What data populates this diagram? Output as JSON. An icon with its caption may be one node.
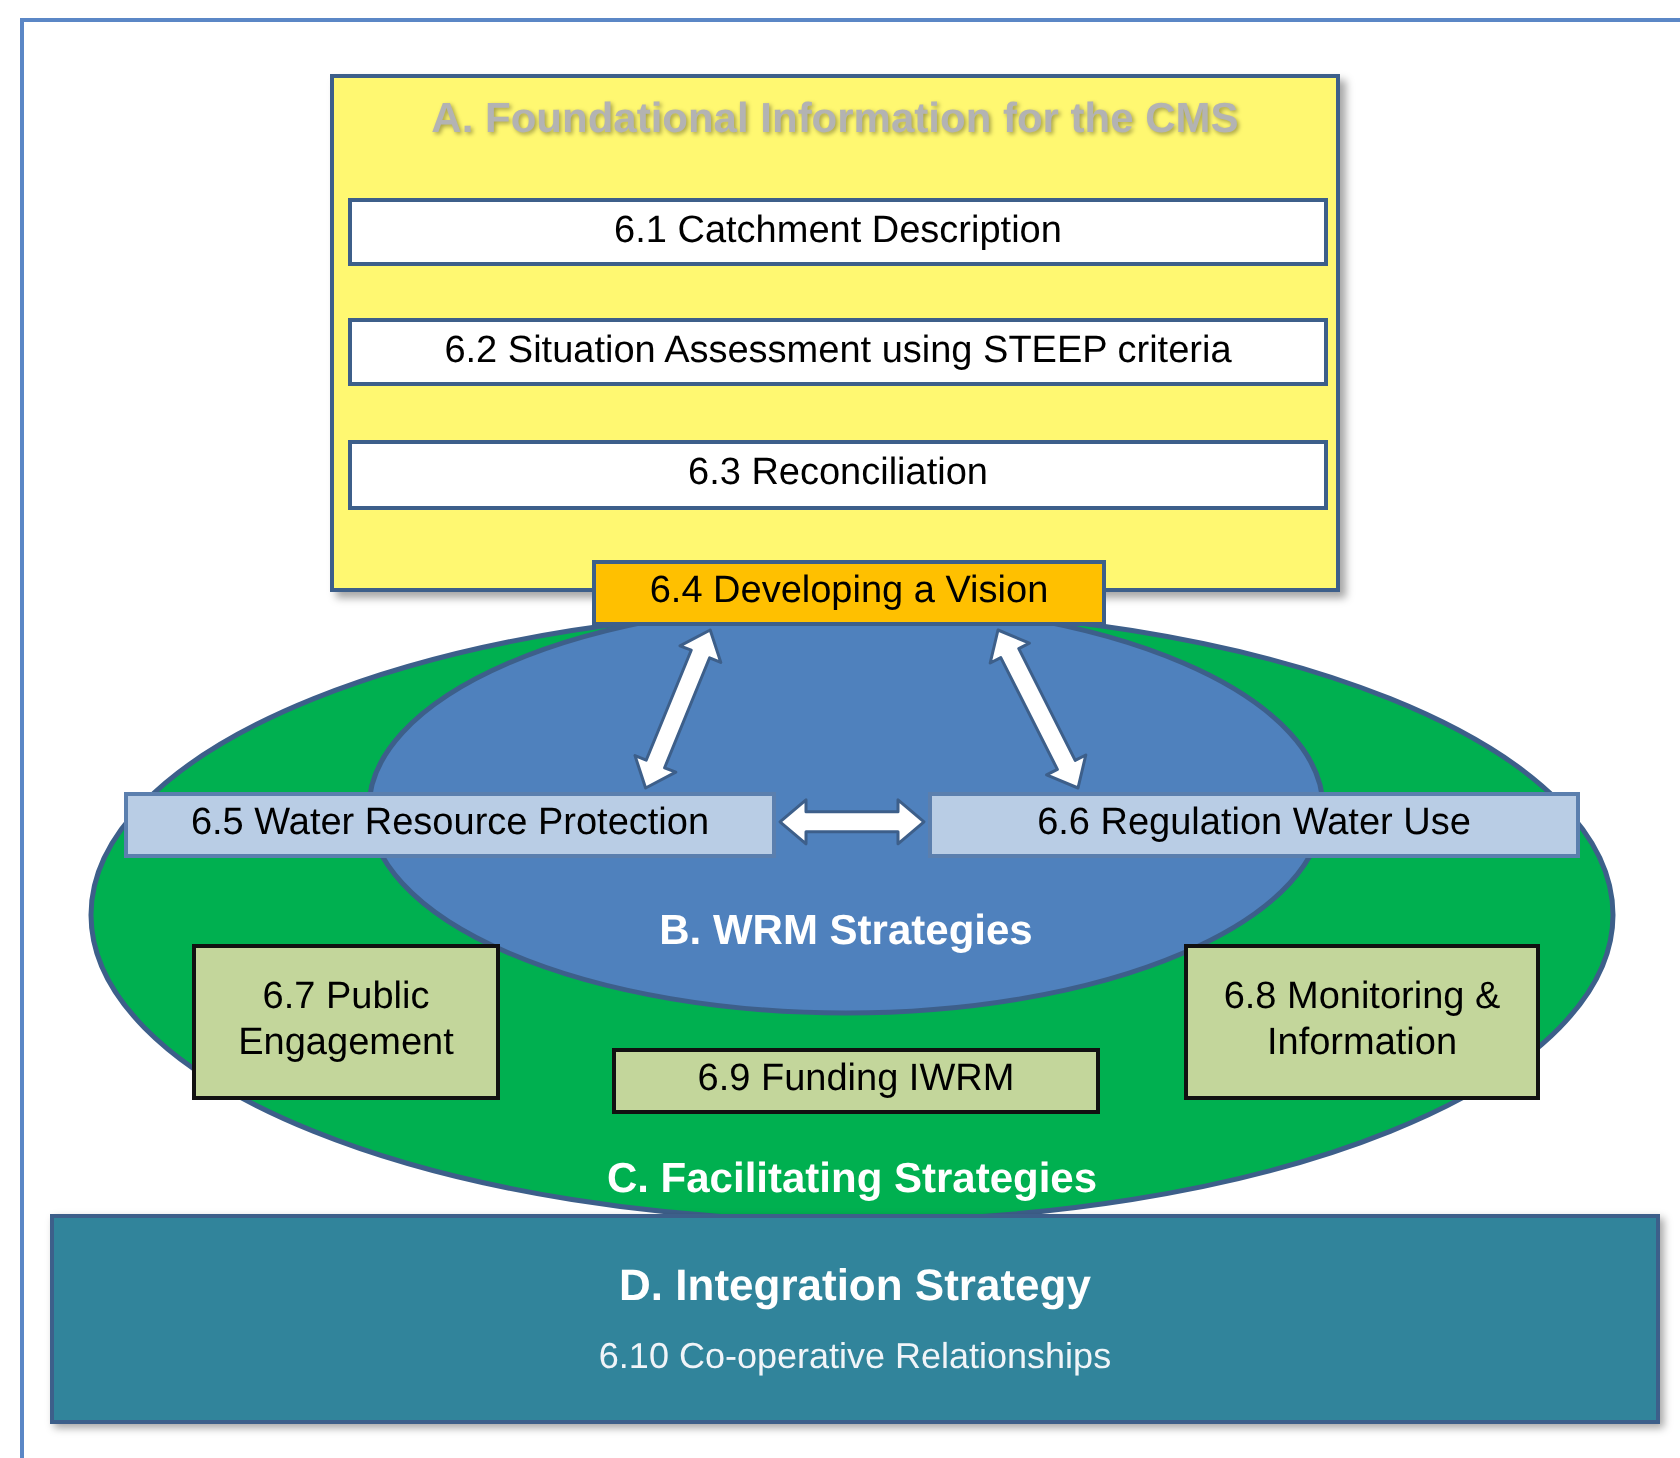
{
  "diagram": {
    "nodes": [
      {
        "text": [
          "A. Foundational Information for the CMS"
        ]
      },
      {
        "text": [
          "6.1 Catchment Description"
        ],
        "in": 0
      },
      {
        "text": [
          "6.2 Situation Assessment using STEEP criteria"
        ],
        "in": 0
      },
      {
        "text": [
          "6.3 Reconciliation"
        ],
        "in": 0
      },
      {
        "text": [
          "6.4 Developing a Vision"
        ]
      },
      {
        "text": [
          "C. Facilitating Strategies"
        ]
      },
      {
        "text": [
          "B. WRM Strategies"
        ],
        "in": 5
      },
      {
        "text": [
          "6.5 Water Resource Protection"
        ],
        "in": 5
      },
      {
        "text": [
          "6.6 Regulation Water Use"
        ],
        "in": 5
      },
      {
        "text": [
          "6.7 Public Engagement"
        ],
        "in": 5
      },
      {
        "text": [
          "6.8 Monitoring & Information"
        ],
        "in": 5
      },
      {
        "text": [
          "6.9 Funding IWRM"
        ],
        "in": 5
      },
      {
        "text": [
          "D. Integration Strategy",
          "6.10 Co-operative Relationships"
        ]
      }
    ],
    "edges": [
      {
        "from": 4,
        "to": 7,
        "arrow": "both"
      },
      {
        "from": 4,
        "to": 8,
        "arrow": "both"
      },
      {
        "from": 7,
        "to": 8,
        "arrow": "both"
      }
    ]
  }
}
